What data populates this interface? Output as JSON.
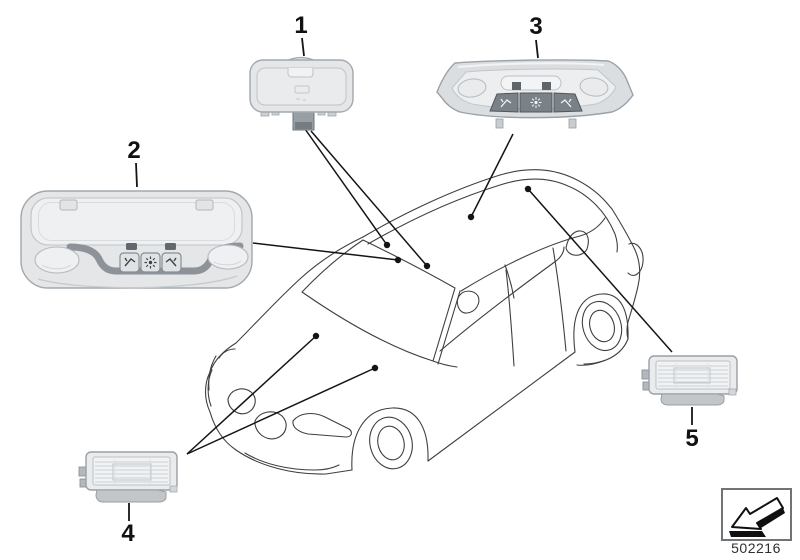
{
  "diagram": {
    "callouts": [
      {
        "label": "1"
      },
      {
        "label": "2"
      },
      {
        "label": "3"
      },
      {
        "label": "4"
      },
      {
        "label": "5"
      }
    ],
    "doc_number": "502216"
  },
  "icons": {
    "direction_arrow": "3d-arrow-down-left",
    "console_buttons": [
      "reading-light-left",
      "dome-light",
      "reading-light-right"
    ]
  },
  "colors": {
    "background": "#ffffff",
    "car_line": "#3c4043",
    "leader_line": "#141414",
    "part_body": "#e4e6e8",
    "part_lens": "#eef0f1",
    "part_trim_dark": "#8d9398",
    "button_dark": "#7b8287",
    "connector_gray": "#98a0a6",
    "doc_text": "#2f2f2f"
  }
}
